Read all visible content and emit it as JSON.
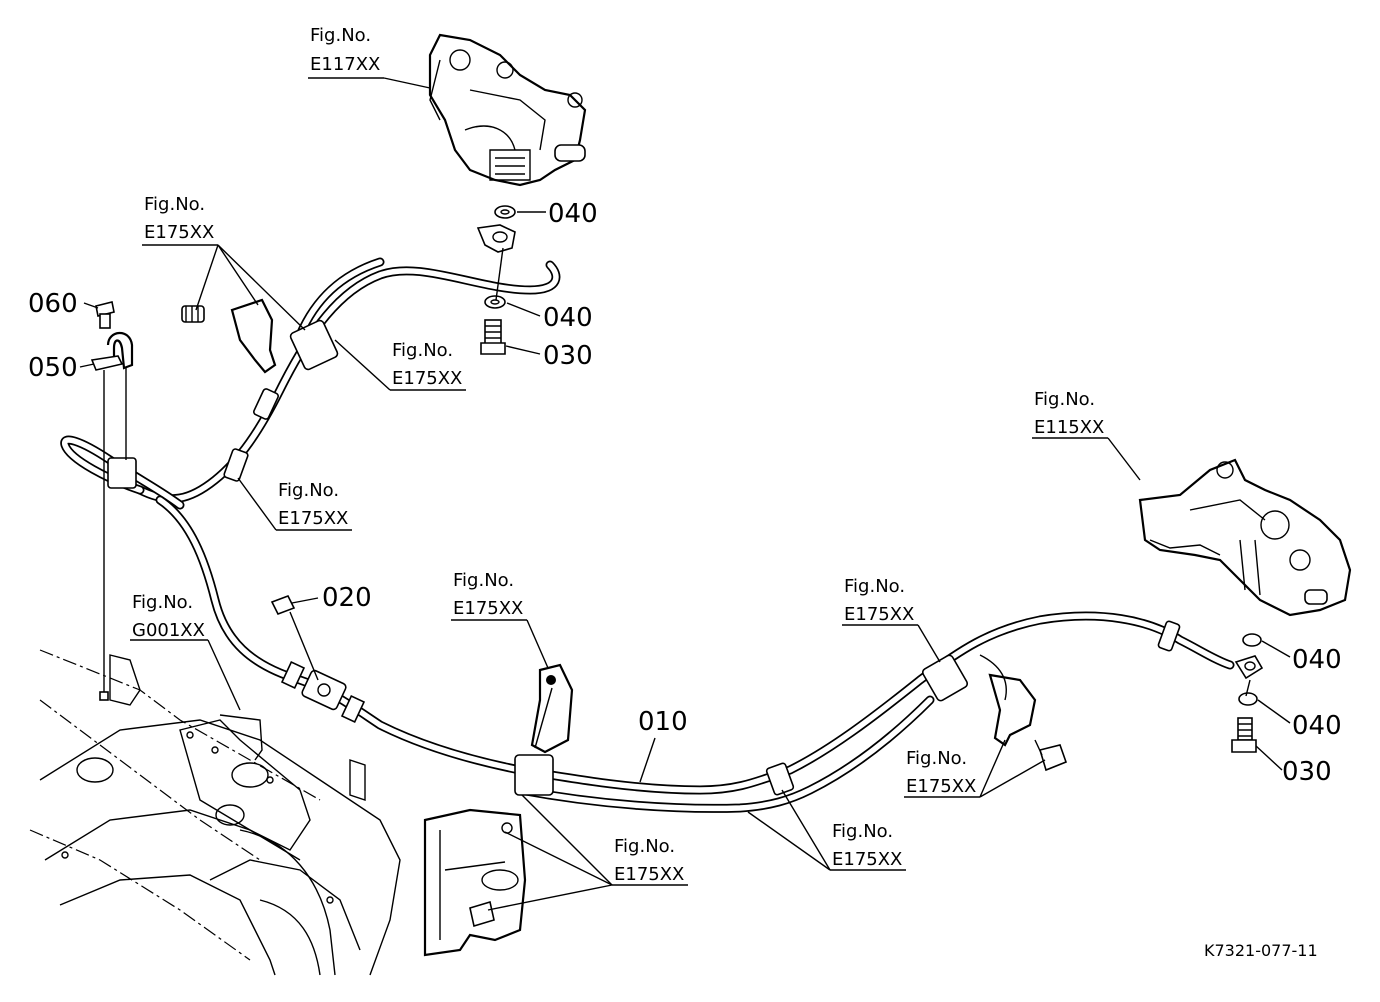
{
  "drawing": {
    "code": "K7321-077-11"
  },
  "fig_refs": [
    {
      "id": "e117-top",
      "line1": "Fig.No.",
      "line2": "E117XX"
    },
    {
      "id": "e175-upper-left",
      "line1": "Fig.No.",
      "line2": "E175XX"
    },
    {
      "id": "e175-upper-mid",
      "line1": "Fig.No.",
      "line2": "E175XX"
    },
    {
      "id": "e175-left-mid",
      "line1": "Fig.No.",
      "line2": "E175XX"
    },
    {
      "id": "g001",
      "line1": "Fig.No.",
      "line2": "G001XX"
    },
    {
      "id": "e175-center-top",
      "line1": "Fig.No.",
      "line2": "E175XX"
    },
    {
      "id": "e175-right-top",
      "line1": "Fig.No.",
      "line2": "E175XX"
    },
    {
      "id": "e115",
      "line1": "Fig.No.",
      "line2": "E115XX"
    },
    {
      "id": "e175-right-lower",
      "line1": "Fig.No.",
      "line2": "E175XX"
    },
    {
      "id": "e175-bottom-center",
      "line1": "Fig.No.",
      "line2": "E175XX"
    },
    {
      "id": "e175-bottom-right",
      "line1": "Fig.No.",
      "line2": "E175XX"
    }
  ],
  "part_labels": [
    {
      "id": "p040-top",
      "number": "040"
    },
    {
      "id": "p040-mid",
      "number": "040"
    },
    {
      "id": "p030-top",
      "number": "030"
    },
    {
      "id": "p060",
      "number": "060"
    },
    {
      "id": "p050",
      "number": "050"
    },
    {
      "id": "p020",
      "number": "020"
    },
    {
      "id": "p010",
      "number": "010"
    },
    {
      "id": "p040-right-a",
      "number": "040"
    },
    {
      "id": "p040-right-b",
      "number": "040"
    },
    {
      "id": "p030-right",
      "number": "030"
    }
  ]
}
